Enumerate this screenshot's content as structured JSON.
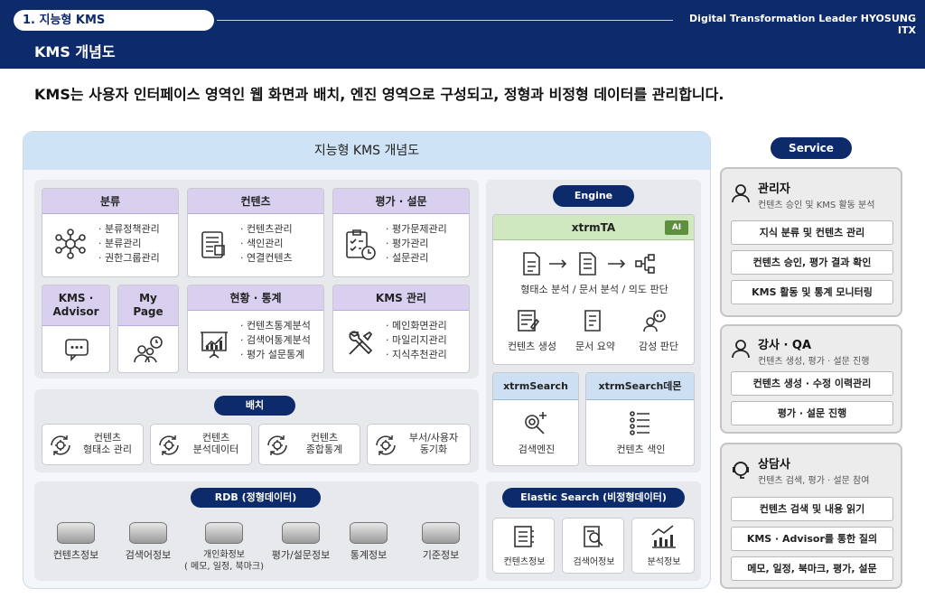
{
  "header": {
    "section": "1. 지능형 KMS",
    "brand": "Digital Transformation Leader HYOSUNG ITX",
    "title": "KMS 개념도"
  },
  "headline": "KMS는 사용자 인터페이스 영역인 웹 화면과 배치, 엔진 영역으로 구성되고, 정형과 비정형 데이터를 관리합니다.",
  "main": {
    "title": "지능형 KMS 개념도"
  },
  "cards": {
    "bunryu": {
      "head": "분류",
      "items": [
        "분류정책관리",
        "분류관리",
        "권한그룹관리"
      ]
    },
    "contents": {
      "head": "컨텐츠",
      "items": [
        "컨텐츠관리",
        "색인관리",
        "연결컨텐츠"
      ]
    },
    "eval": {
      "head": "평가 · 설문",
      "items": [
        "평가문제관리",
        "평가관리",
        "설문관리"
      ]
    },
    "advisor": {
      "head": "KMS · Advisor"
    },
    "mypage": {
      "head": "My Page"
    },
    "status": {
      "head": "현황 · 통계",
      "items": [
        "컨텐츠통계분석",
        "검색어통계분석",
        "평가 설문통계"
      ]
    },
    "kmsmgmt": {
      "head": "KMS 관리",
      "items": [
        "메인화면관리",
        "마일리지관리",
        "지식추천관리"
      ]
    }
  },
  "batch": {
    "title": "배치",
    "items": [
      "컨텐츠\n형태소 관리",
      "컨텐츠\n분석데이터",
      "컨텐츠\n종합통계",
      "부서/사용자\n동기화"
    ]
  },
  "rdb": {
    "title": "RDB (정형데이터)",
    "items": [
      "컨텐츠정보",
      "검색어정보",
      "개인화정보\n( 메모, 일정, 북마크)",
      "평가/설문정보",
      "통계정보",
      "기준정보"
    ]
  },
  "engine": {
    "title": "Engine",
    "ta": {
      "title": "xtrmTA",
      "badge": "AI",
      "flow": "형태소 분석 /  문서 분석 / 의도 판단",
      "items": [
        "컨텐츠 생성",
        "문서 요약",
        "감성 판단"
      ]
    },
    "search": {
      "title": "xtrmSearch",
      "label": "검색엔진"
    },
    "demon": {
      "title": "xtrmSearch데몬",
      "label": "컨텐츠 색인"
    }
  },
  "elastic": {
    "title": "Elastic Search (비정형데이터)",
    "items": [
      "컨텐츠정보",
      "검색어정보",
      "분석정보"
    ]
  },
  "service": {
    "title": "Service",
    "roles": [
      {
        "name": "관리자",
        "sub": "컨텐츠 승인 및 KMS 활동 분석",
        "buttons": [
          "지식 분류 및 컨텐츠 관리",
          "컨텐츠 승인, 평가 결과 확인",
          "KMS 활동 및 통계 모니터링"
        ]
      },
      {
        "name": "강사 · QA",
        "sub": "컨텐츠 생성, 평가 · 설문 진행",
        "buttons": [
          "컨텐츠 생성 · 수정 이력관리",
          "평가 · 설문 진행"
        ]
      },
      {
        "name": "상담사",
        "sub": "컨텐츠 검색, 평가 · 설문 참여",
        "buttons": [
          "컨텐츠 검색 및 내용 읽기",
          "KMS · Advisor를 통한 질의",
          "메모, 일정, 북마크, 평가, 설문"
        ]
      }
    ]
  }
}
